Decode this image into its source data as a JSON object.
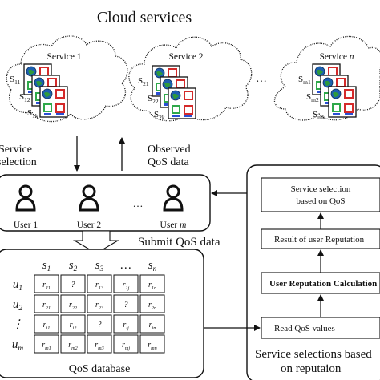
{
  "cloud": {
    "title": "Cloud services",
    "services": [
      {
        "label_main": "Service 1",
        "label_sub": "",
        "stack": [
          {
            "s": "S",
            "sub": "11"
          },
          {
            "s": "S",
            "sub": "12"
          },
          {
            "s": "S",
            "sub": "1k"
          }
        ]
      },
      {
        "label_main": "Service 2",
        "label_sub": "",
        "stack": [
          {
            "s": "S",
            "sub": "21"
          },
          {
            "s": "S",
            "sub": "22"
          },
          {
            "s": "S",
            "sub": "2k"
          }
        ]
      },
      {
        "label_main": "Service ",
        "label_sub": "n",
        "stack": [
          {
            "s": "S",
            "sub": "m1"
          },
          {
            "s": "S",
            "sub": "m2"
          },
          {
            "s": "S",
            "sub": "mk"
          }
        ]
      }
    ],
    "ellipsis": "…"
  },
  "flow": {
    "left_line1": "Service",
    "left_line2": "selection",
    "right_line1": "Observed",
    "right_line2": "QoS data",
    "submit": "Submit QoS data"
  },
  "users": {
    "items": [
      {
        "main": "User 1",
        "sub": ""
      },
      {
        "main": "User 2",
        "sub": ""
      },
      {
        "main": "User ",
        "sub": "m"
      }
    ],
    "ellipsis": "…"
  },
  "qos": {
    "caption": "QoS database",
    "col_headers": [
      {
        "s": "s",
        "sub": "1"
      },
      {
        "s": "s",
        "sub": "2"
      },
      {
        "s": "s",
        "sub": "3"
      },
      {
        "s": "…",
        "sub": ""
      },
      {
        "s": "s",
        "sub": "n"
      }
    ],
    "row_headers": [
      {
        "s": "u",
        "sub": "1"
      },
      {
        "s": "u",
        "sub": "2"
      },
      {
        "s": "⋮",
        "sub": ""
      },
      {
        "s": "u",
        "sub": "m"
      }
    ],
    "cells": [
      [
        {
          "s": "r",
          "sub": "11"
        },
        {
          "s": "?",
          "sub": ""
        },
        {
          "s": "r",
          "sub": "13"
        },
        {
          "s": "r",
          "sub": "1j"
        },
        {
          "s": "r",
          "sub": "1n"
        }
      ],
      [
        {
          "s": "r",
          "sub": "21"
        },
        {
          "s": "r",
          "sub": "22"
        },
        {
          "s": "r",
          "sub": "23"
        },
        {
          "s": "?",
          "sub": ""
        },
        {
          "s": "r",
          "sub": "2n"
        }
      ],
      [
        {
          "s": "r",
          "sub": "i1"
        },
        {
          "s": "r",
          "sub": "i2"
        },
        {
          "s": "?",
          "sub": ""
        },
        {
          "s": "r",
          "sub": "ij"
        },
        {
          "s": "r",
          "sub": "in"
        }
      ],
      [
        {
          "s": "r",
          "sub": "m1"
        },
        {
          "s": "r",
          "sub": "m2"
        },
        {
          "s": "r",
          "sub": "m3"
        },
        {
          "s": "r",
          "sub": "mj"
        },
        {
          "s": "r",
          "sub": "mn"
        }
      ]
    ]
  },
  "reputation": {
    "boxes": {
      "selection_qos_line1": "Service selection",
      "selection_qos_line2": "based on QoS",
      "result": "Result of user Reputation",
      "calc": "User Reputation Calculation",
      "read": "Read QoS values"
    },
    "caption_line1": "Service selections based",
    "caption_line2": "on reputaion"
  }
}
